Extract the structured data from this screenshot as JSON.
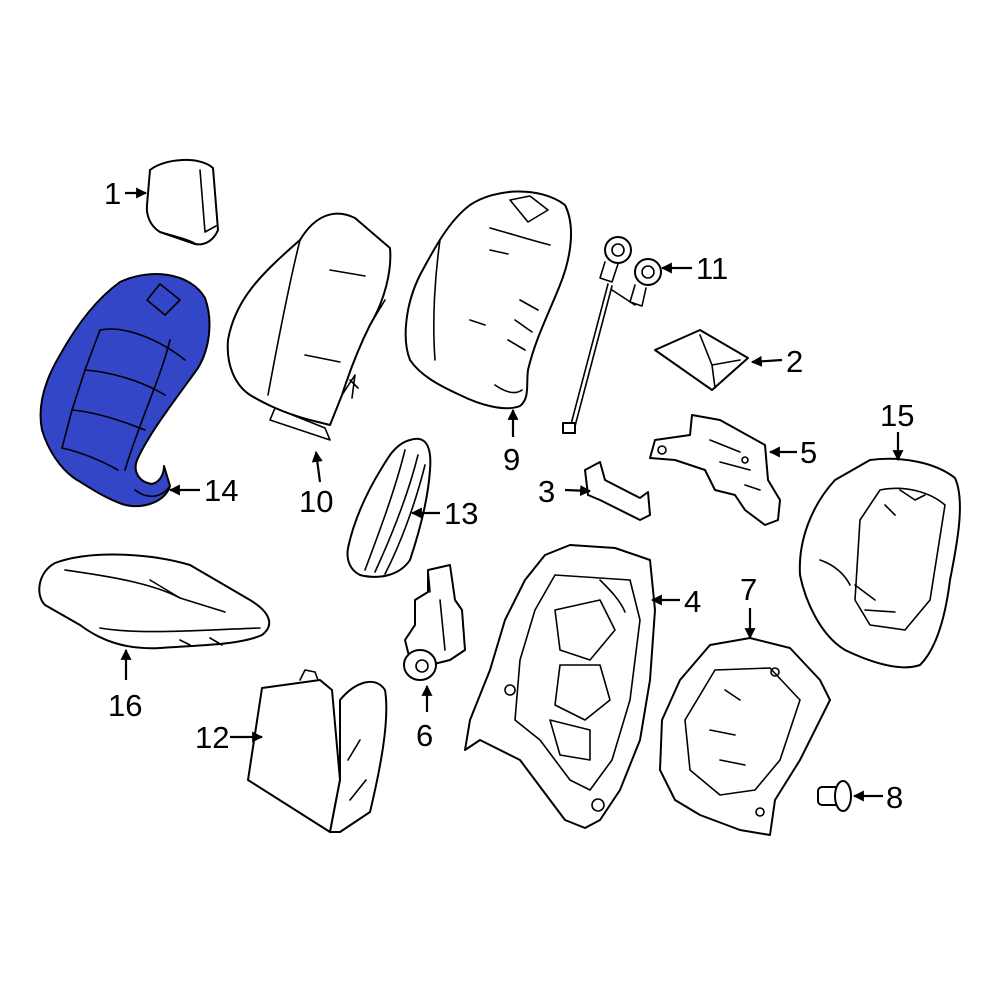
{
  "diagram": {
    "highlight_color": "#3346c7",
    "line_color": "#000000",
    "background": "#ffffff",
    "highlighted_part": "14",
    "callouts": {
      "c1": "1",
      "c2": "2",
      "c3": "3",
      "c4": "4",
      "c5": "5",
      "c6": "6",
      "c7": "7",
      "c8": "8",
      "c9": "9",
      "c10": "10",
      "c11": "11",
      "c12": "12",
      "c13": "13",
      "c14": "14",
      "c15": "15",
      "c16": "16"
    }
  }
}
